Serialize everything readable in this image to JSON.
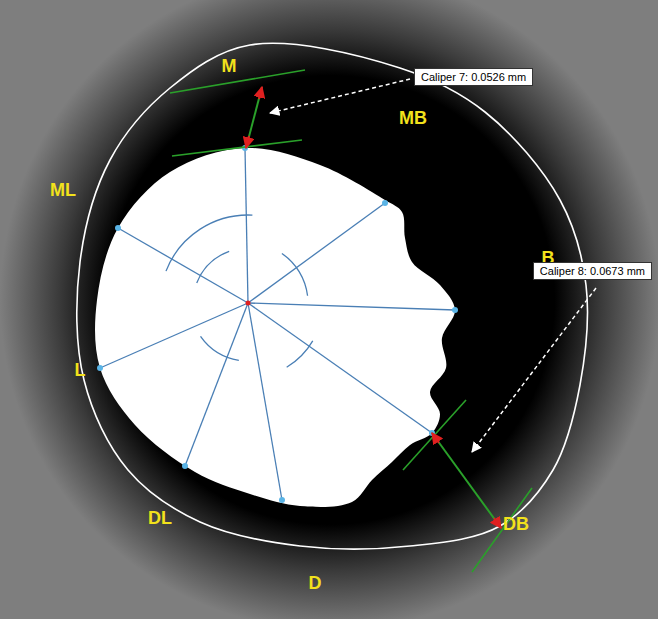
{
  "diagram": {
    "nodes": [
      {
        "text": [
          "Caliper 7: 0.0526 mm"
        ]
      },
      {
        "text": [
          "Caliper 8: 0.0673 mm"
        ]
      }
    ],
    "labels": [
      "M",
      "MB",
      "B",
      "DB",
      "D",
      "DL",
      "L",
      "ML"
    ]
  }
}
